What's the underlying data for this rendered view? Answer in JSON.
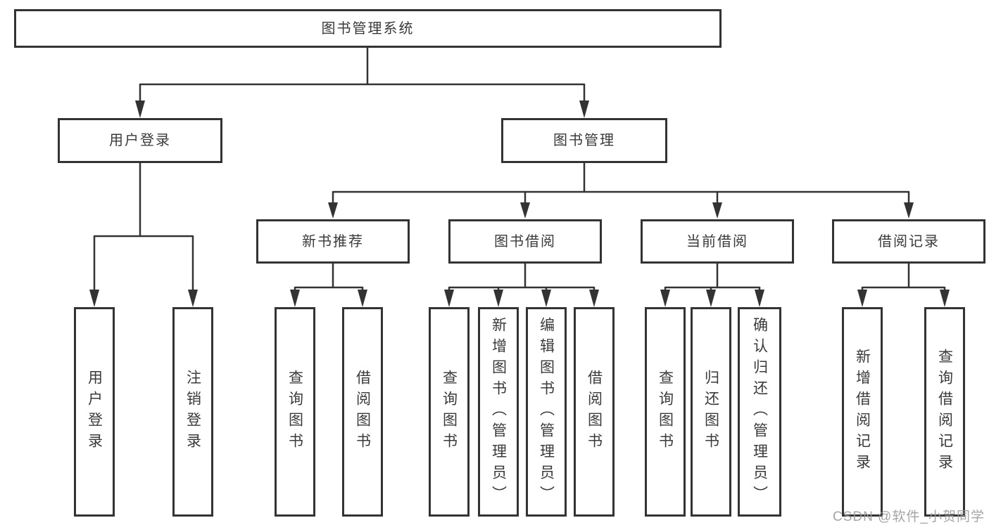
{
  "root": {
    "label": "图书管理系统"
  },
  "branches": {
    "user_login": {
      "label": "用户登录",
      "leaves": [
        {
          "label": "用户登录"
        },
        {
          "label": "注销登录"
        }
      ]
    },
    "book_mgmt": {
      "label": "图书管理",
      "sections": [
        {
          "label": "新书推荐",
          "leaves": [
            {
              "label": "查询图书"
            },
            {
              "label": "借阅图书"
            }
          ]
        },
        {
          "label": "图书借阅",
          "leaves": [
            {
              "label": "查询图书"
            },
            {
              "label": "新增图书（管理员）"
            },
            {
              "label": "编辑图书（管理员）"
            },
            {
              "label": "借阅图书"
            }
          ]
        },
        {
          "label": "当前借阅",
          "leaves": [
            {
              "label": "查询图书"
            },
            {
              "label": "归还图书"
            },
            {
              "label": "确认归还（管理员）"
            }
          ]
        },
        {
          "label": "借阅记录",
          "leaves": [
            {
              "label": "新增借阅记录"
            },
            {
              "label": "查询借阅记录"
            }
          ]
        }
      ]
    }
  },
  "watermark": {
    "text": "CSDN @软件_小贺同学"
  },
  "colors": {
    "line": "#333333",
    "box_border": "#333333",
    "text": "#3a3a3a",
    "watermark": "#9b9b9b",
    "background": "#ffffff"
  }
}
